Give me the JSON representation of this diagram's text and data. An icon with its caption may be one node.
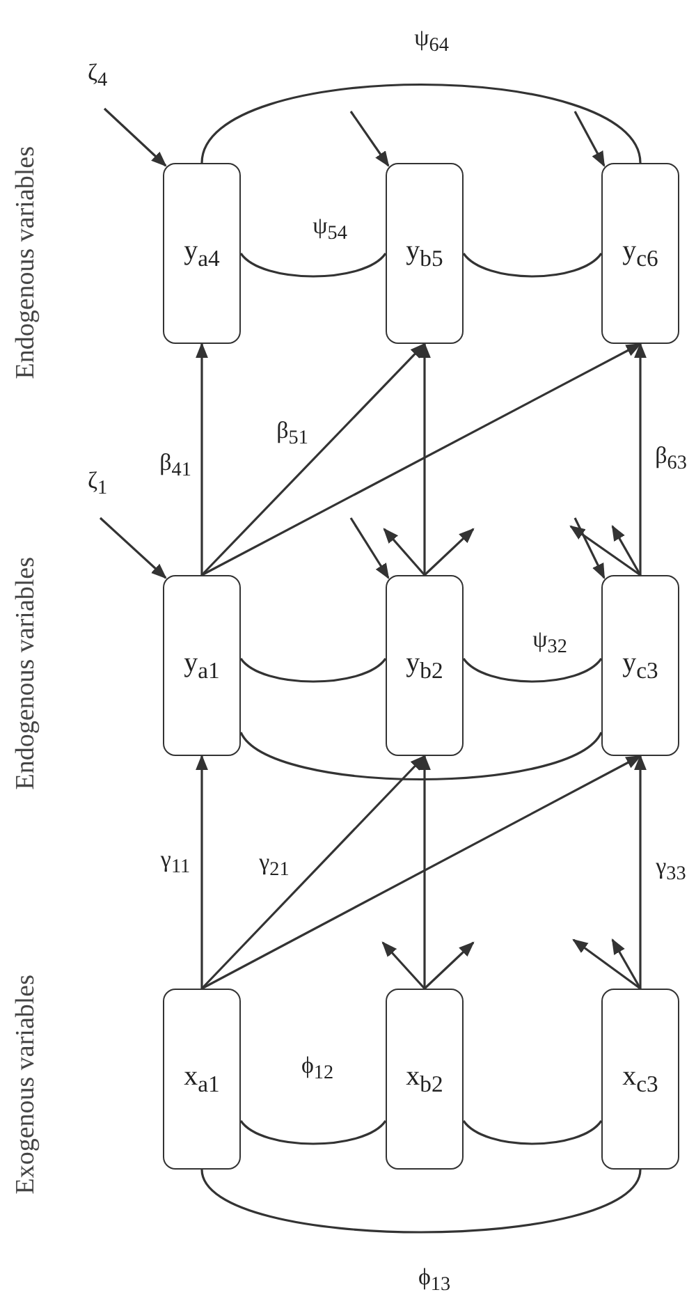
{
  "diagram": {
    "nodes": [
      {
        "text": [
          "x$_{a1}$"
        ]
      },
      {
        "text": [
          "x$_{b2}$"
        ]
      },
      {
        "text": [
          "x$_{c3}$"
        ]
      },
      {
        "text": [
          "y$_{a1}$"
        ]
      },
      {
        "text": [
          "y$_{b2}$"
        ]
      },
      {
        "text": [
          "y$_{c3}$"
        ]
      },
      {
        "text": [
          "y$_{a4}$"
        ]
      },
      {
        "text": [
          "y$_{b5}$"
        ]
      },
      {
        "text": [
          "y$_{c6}$"
        ]
      }
    ],
    "edges": [
      {
        "from": 0,
        "to": 3,
        "arrow": "to",
        "label": "γ$_{11}$"
      },
      {
        "from": 0,
        "to": 4,
        "arrow": "to",
        "label": "γ$_{21}$"
      },
      {
        "from": 0,
        "to": 5,
        "arrow": "to"
      },
      {
        "from": 1,
        "to": 4,
        "arrow": "to"
      },
      {
        "from": 2,
        "to": 5,
        "arrow": "to",
        "label": "γ$_{33}$"
      },
      {
        "from": 3,
        "to": 6,
        "arrow": "to",
        "label": "β$_{41}$"
      },
      {
        "from": 3,
        "to": 7,
        "arrow": "to",
        "label": "β$_{51}$"
      },
      {
        "from": 3,
        "to": 8,
        "arrow": "to"
      },
      {
        "from": 4,
        "to": 7,
        "arrow": "to"
      },
      {
        "from": 5,
        "to": 8,
        "arrow": "to",
        "label": "β$_{63}$"
      },
      {
        "from": 0,
        "to": 1,
        "arrow": "none",
        "label": "ϕ$_{12}$"
      },
      {
        "from": 1,
        "to": 2,
        "arrow": "none"
      },
      {
        "from": 0,
        "to": 2,
        "arrow": "none",
        "label": "ϕ$_{13}$"
      },
      {
        "from": 3,
        "to": 4,
        "arrow": "none"
      },
      {
        "from": 4,
        "to": 5,
        "arrow": "none",
        "label": "ψ$_{32}$"
      },
      {
        "from": 3,
        "to": 5,
        "arrow": "none"
      },
      {
        "from": 6,
        "to": 7,
        "arrow": "none",
        "label": "ψ$_{54}$"
      },
      {
        "from": 7,
        "to": 8,
        "arrow": "none"
      },
      {
        "from": 6,
        "to": 8,
        "arrow": "none",
        "label": "ψ$_{64}$"
      },
      {
        "from": null,
        "to": 3,
        "arrow": "to",
        "label": "ζ$_{1}$"
      },
      {
        "from": null,
        "to": 4,
        "arrow": "to"
      },
      {
        "from": null,
        "to": 5,
        "arrow": "to"
      },
      {
        "from": null,
        "to": 6,
        "arrow": "to",
        "label": "ζ$_{4}$"
      },
      {
        "from": null,
        "to": 7,
        "arrow": "to"
      },
      {
        "from": null,
        "to": 8,
        "arrow": "to"
      },
      {
        "from": 1,
        "to": null,
        "arrow": "to"
      },
      {
        "from": 1,
        "to": null,
        "arrow": "to"
      },
      {
        "from": 2,
        "to": null,
        "arrow": "to"
      },
      {
        "from": 2,
        "to": null,
        "arrow": "to"
      },
      {
        "from": 4,
        "to": null,
        "arrow": "to"
      },
      {
        "from": 4,
        "to": null,
        "arrow": "to"
      },
      {
        "from": 5,
        "to": null,
        "arrow": "to"
      },
      {
        "from": 5,
        "to": null,
        "arrow": "to"
      }
    ],
    "labels": [
      "Exogenous variables",
      "Endogenous variables",
      "Endogenous variables"
    ]
  }
}
